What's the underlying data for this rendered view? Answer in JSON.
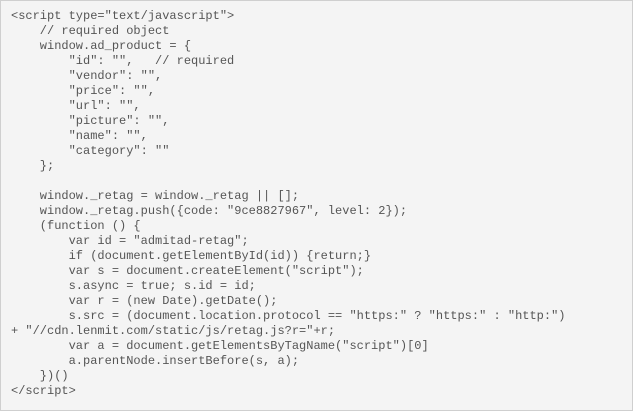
{
  "code": {
    "language": "javascript",
    "lines": [
      "<script type=\"text/javascript\">",
      "    // required object",
      "    window.ad_product = {",
      "        \"id\": \"\",   // required",
      "        \"vendor\": \"\",",
      "        \"price\": \"\",",
      "        \"url\": \"\",",
      "        \"picture\": \"\",",
      "        \"name\": \"\",",
      "        \"category\": \"\"",
      "    };",
      "",
      "    window._retag = window._retag || [];",
      "    window._retag.push({code: \"9ce8827967\", level: 2});",
      "    (function () {",
      "        var id = \"admitad-retag\";",
      "        if (document.getElementById(id)) {return;}",
      "        var s = document.createElement(\"script\");",
      "        s.async = true; s.id = id;",
      "        var r = (new Date).getDate();",
      "        s.src = (document.location.protocol == \"https:\" ? \"https:\" : \"http:\")",
      "+ \"//cdn.lenmit.com/static/js/retag.js?r=\"+r;",
      "        var a = document.getElementsByTagName(\"script\")[0]",
      "        a.parentNode.insertBefore(s, a);",
      "    })()",
      "</script>"
    ]
  }
}
